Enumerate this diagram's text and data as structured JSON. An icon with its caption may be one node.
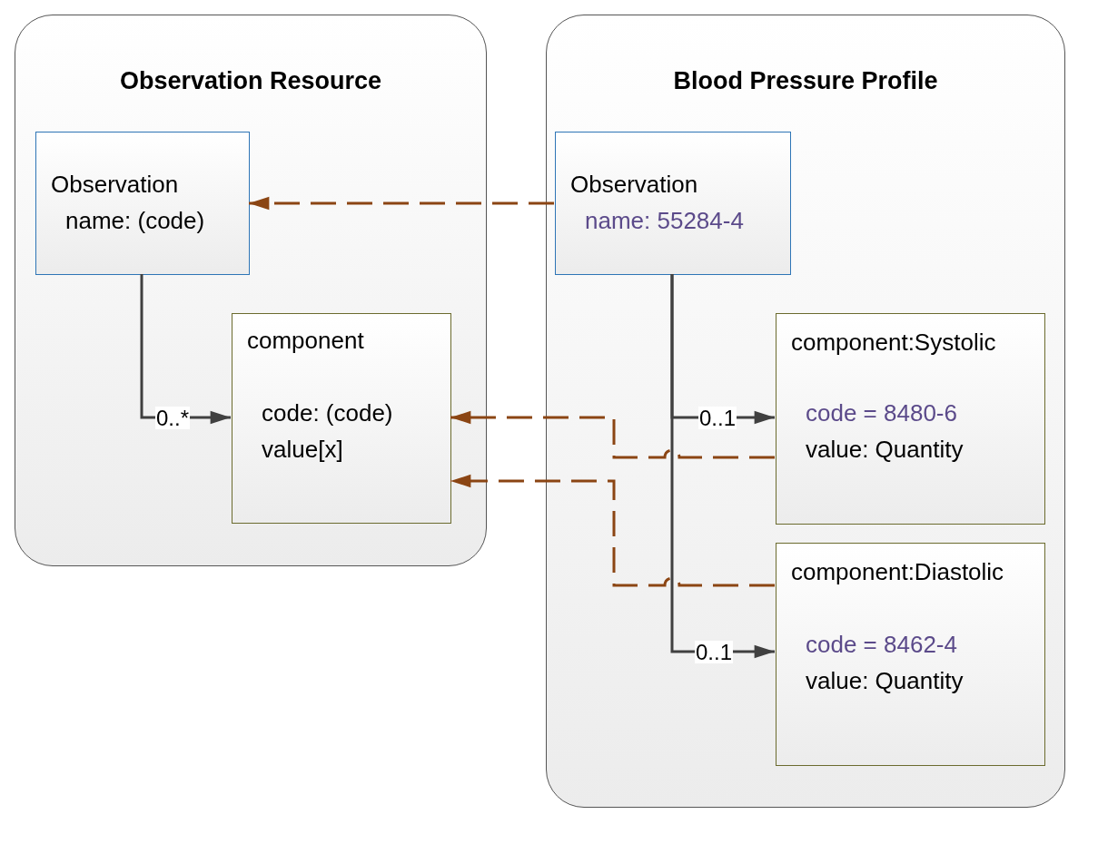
{
  "diagram": {
    "nodes": [
      {
        "text": [
          "Observation Resource"
        ]
      },
      {
        "text": [
          "Observation",
          "name: (code)"
        ],
        "in": 0
      },
      {
        "text": [
          "component",
          "code: (code)",
          "value[x]"
        ],
        "in": 0
      },
      {
        "text": [
          "Blood Pressure Profile"
        ]
      },
      {
        "text": [
          "Observation",
          "name: 55284-4"
        ],
        "in": 3
      },
      {
        "text": [
          "component:Systolic",
          "code = 8480-6",
          "value: Quantity"
        ],
        "in": 3
      },
      {
        "text": [
          "component:Diastolic",
          "code = 8462-4",
          "value: Quantity"
        ],
        "in": 3
      }
    ],
    "edges": [
      {
        "from": 1,
        "to": 2,
        "arrow": "to",
        "label": "0..*"
      },
      {
        "from": 4,
        "to": 1,
        "arrow": "to",
        "style": "dashed",
        "color": "#8b4513"
      },
      {
        "from": 4,
        "to": 5,
        "arrow": "to",
        "label": "0..1"
      },
      {
        "from": 4,
        "to": 6,
        "arrow": "to",
        "label": "0..1"
      },
      {
        "from": 5,
        "to": 2,
        "arrow": "to",
        "style": "dashed",
        "color": "#8b4513"
      },
      {
        "from": 6,
        "to": 2,
        "arrow": "to",
        "style": "dashed",
        "color": "#8b4513"
      }
    ]
  }
}
